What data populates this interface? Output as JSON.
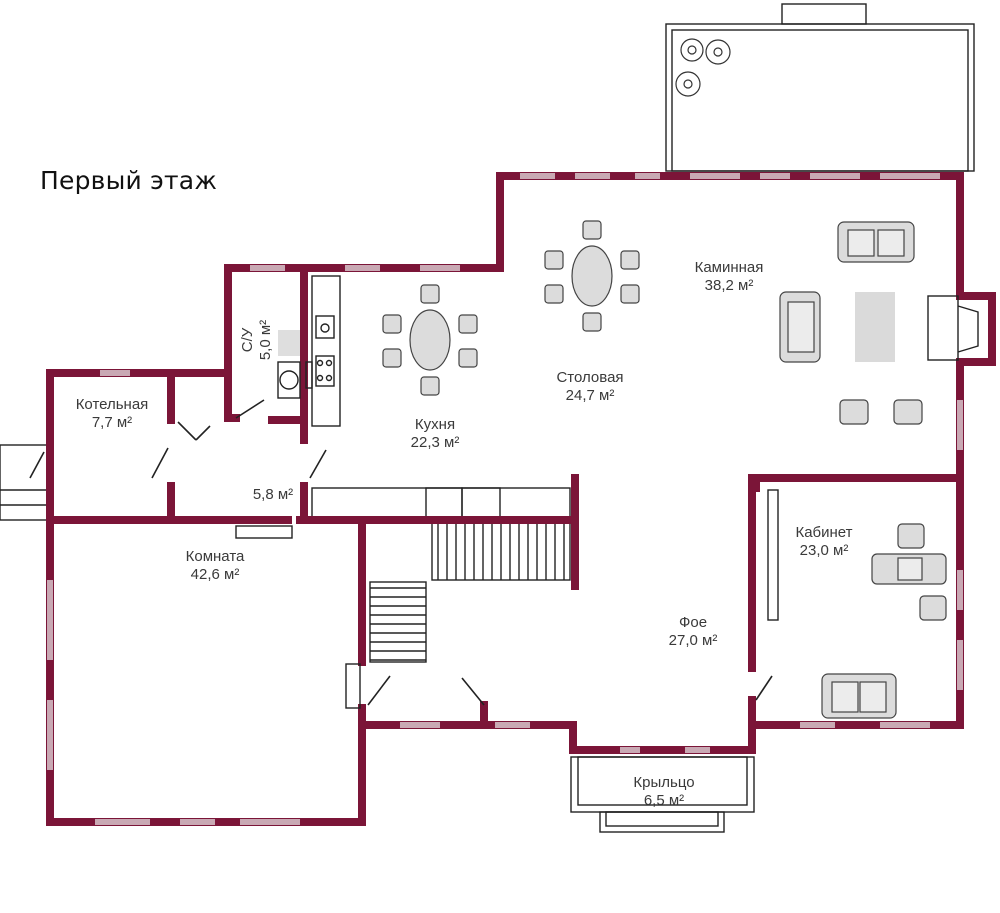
{
  "plan": {
    "title": "Первый этаж",
    "rooms": {
      "bathroom": {
        "name": "С/У",
        "area": "5,0 м²"
      },
      "boiler_room": {
        "name": "Котельная",
        "area": "7,7 м²"
      },
      "kitchen": {
        "name": "Кухня",
        "area": "22,3 м²"
      },
      "dining_room": {
        "name": "Столовая",
        "area": "24,7 м²"
      },
      "fireplace_room": {
        "name": "Каминная",
        "area": "38,2 м²"
      },
      "hall": {
        "name": "",
        "area": "5,8 м²"
      },
      "bedroom": {
        "name": "Комната",
        "area": "42,6 м²"
      },
      "study": {
        "name": "Кабинет",
        "area": "23,0 м²"
      },
      "foyer": {
        "name": "Фое",
        "area": "27,0 м²"
      },
      "porch": {
        "name": "Крыльцо",
        "area": "6,5 м²"
      }
    },
    "colors": {
      "wall": "#7b1538",
      "window": "#c9a9b4",
      "furniture": "#dcdcdc",
      "text": "#3a3a3a"
    }
  }
}
